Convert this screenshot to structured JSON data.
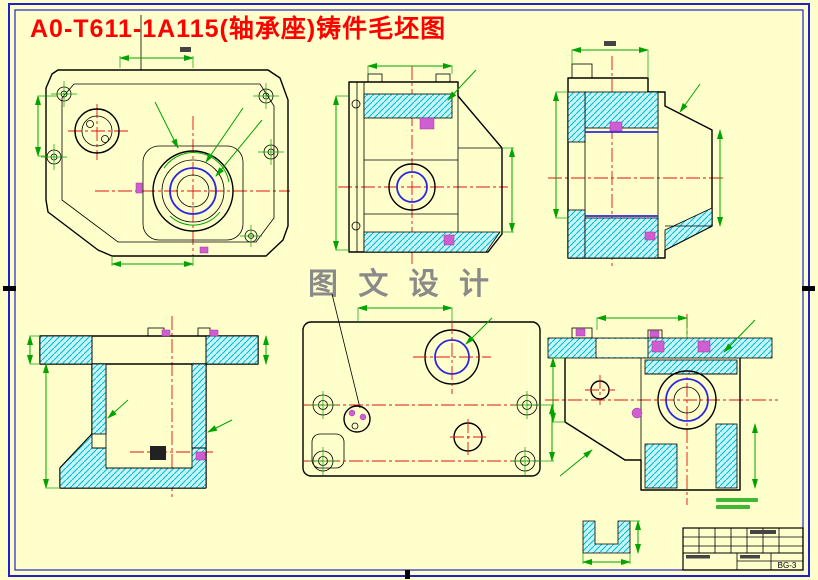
{
  "sheet": {
    "title": "A0-T611-1A115(轴承座)铸件毛坯图",
    "watermark": "图 文 设 计",
    "drawing_code": "BG-3"
  },
  "colors": {
    "paper": "#ffffcc",
    "frame_border": "#2121cc",
    "title_red": "#ff0000",
    "watermark_gray": "#8a8a8a",
    "outline_black": "#000000",
    "centerline_red": "#e01010",
    "dimension_green": "#00a300",
    "hatch_fill": "#c9f4f6",
    "hatch_line": "#00c0d4",
    "section_magenta": "#cf5fd0",
    "bore_blue": "#2929e0"
  }
}
